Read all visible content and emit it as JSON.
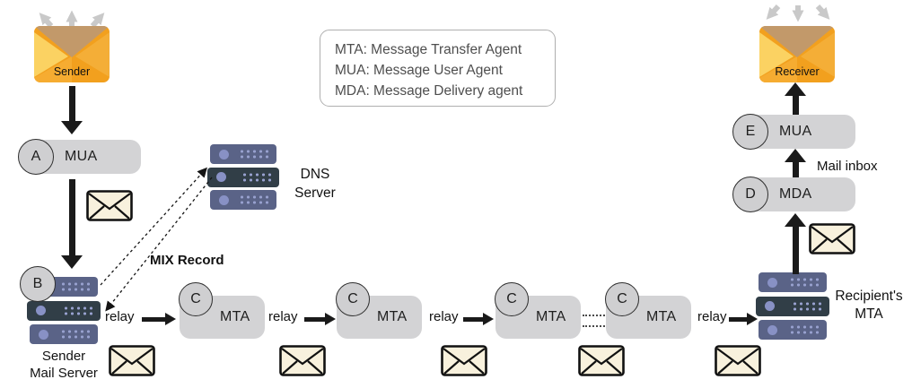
{
  "legend": {
    "lines": [
      "MTA: Message Transfer Agent",
      "MUA: Message User Agent",
      "MDA: Message Delivery agent"
    ]
  },
  "sender": {
    "label": "Sender"
  },
  "receiver": {
    "label": "Receiver"
  },
  "sender_side": {
    "mua": {
      "badge": "A",
      "label": "MUA"
    },
    "mail_server": {
      "badge": "B",
      "label_line1": "Sender",
      "label_line2": "Mail Server"
    }
  },
  "dns": {
    "label_line1": "DNS",
    "label_line2": "Server",
    "mix_record": "MIX Record"
  },
  "chain": {
    "relays": [
      "relay",
      "relay",
      "relay",
      "relay"
    ],
    "mtas": [
      {
        "badge": "C",
        "label": "MTA"
      },
      {
        "badge": "C",
        "label": "MTA"
      },
      {
        "badge": "C",
        "label": "MTA"
      },
      {
        "badge": "C",
        "label": "MTA"
      }
    ]
  },
  "receiver_side": {
    "recipient_mta": {
      "label_line1": "Recipient's",
      "label_line2": "MTA"
    },
    "mda": {
      "badge": "D",
      "label": "MDA"
    },
    "mua": {
      "badge": "E",
      "label": "MUA"
    },
    "mail_inbox": "Mail inbox"
  },
  "colors": {
    "envelope_orange": "#F2A01E",
    "envelope_flap_tan": "#C2996A",
    "envelope_light_fold": "#FBD262",
    "mail_cream": "#F8F1DD",
    "box_gray": "#D3D3D5",
    "server_blue": "#5A6387",
    "server_dark": "#313E47",
    "arrow_black": "#1A1A1A",
    "arrow_gray": "#C9C9C9"
  }
}
